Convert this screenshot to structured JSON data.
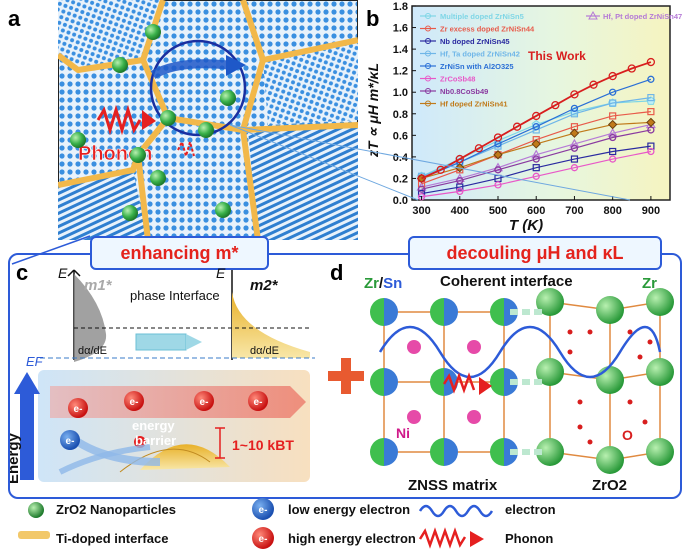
{
  "panels": {
    "a": "a",
    "b": "b",
    "c": "c",
    "d": "d"
  },
  "panel_a": {
    "phonon_label": "Phonon"
  },
  "labels": {
    "enhancing": "enhancing m*",
    "decoupling": "decouling μH and κL"
  },
  "panel_c": {
    "E_axis": "E",
    "m1": "m1*",
    "m2": "m2*",
    "phase_interface": "phase Interface",
    "dadE": "dα/dE",
    "EF": "EF",
    "energy": "Energy",
    "energy_barrier": "energy barrier",
    "kbt": "1~10 kBT",
    "electron": "e-"
  },
  "panel_d": {
    "zrsn": "Zr/Sn",
    "coherent": "Coherent interface",
    "zr": "Zr",
    "ni": "Ni",
    "o": "O",
    "znss": "ZNSS matrix",
    "zro2": "ZrO2"
  },
  "legend": {
    "nanoparticles": "ZrO2 Nanoparticles",
    "interface": "Ti-doped interface",
    "low": "low energy electron",
    "high": "high energy electron",
    "electron": "electron",
    "phonon": "Phonon"
  },
  "chart_data": {
    "type": "line",
    "xlabel": "T (K)",
    "ylabel": "zT ∝ μH m*/κL",
    "xlim": [
      275,
      950
    ],
    "ylim": [
      0,
      1.8
    ],
    "xticks": [
      300,
      400,
      500,
      600,
      700,
      800,
      900
    ],
    "yticks": [
      0,
      0.2,
      0.4,
      0.6,
      0.8,
      1.0,
      1.2,
      1.4,
      1.6,
      1.8
    ],
    "annotation": "This Work",
    "series": [
      {
        "name": "Multiple doped ZrNiSn",
        "ref": "5",
        "color": "#7fd6e6",
        "marker": "pentagon",
        "x": [
          300,
          400,
          500,
          600,
          700,
          800,
          900
        ],
        "y": [
          0.22,
          0.38,
          0.55,
          0.7,
          0.82,
          0.9,
          0.92
        ]
      },
      {
        "name": "Hf,  Pt doped ZrNiSn",
        "ref": "47",
        "color": "#b57ad6",
        "marker": "triangle",
        "x": [
          300,
          400,
          500,
          600,
          700,
          800,
          900
        ],
        "y": [
          0.12,
          0.2,
          0.3,
          0.42,
          0.52,
          0.62,
          0.7
        ]
      },
      {
        "name": "Zr excess doped ZrNiSn",
        "ref": "44",
        "color": "#e85a4a",
        "marker": "square",
        "x": [
          300,
          400,
          500,
          600,
          700,
          800,
          900
        ],
        "y": [
          0.15,
          0.28,
          0.42,
          0.56,
          0.68,
          0.78,
          0.82
        ]
      },
      {
        "name": "Nb doped ZrNiSn",
        "ref": "45",
        "color": "#2a2aa0",
        "marker": "square",
        "x": [
          300,
          400,
          500,
          600,
          700,
          800,
          900
        ],
        "y": [
          0.06,
          0.12,
          0.2,
          0.3,
          0.38,
          0.45,
          0.5
        ]
      },
      {
        "name": "Hf,  Ta doped ZrNiSn",
        "ref": "42",
        "color": "#6fb6e8",
        "marker": "square",
        "x": [
          300,
          400,
          500,
          600,
          700,
          800,
          900
        ],
        "y": [
          0.22,
          0.35,
          0.5,
          0.65,
          0.8,
          0.9,
          0.95
        ]
      },
      {
        "name": "ZrNiSn with Al2O3",
        "ref": "25",
        "color": "#2a6fd6",
        "marker": "circle",
        "x": [
          300,
          400,
          500,
          600,
          700,
          800,
          900
        ],
        "y": [
          0.2,
          0.35,
          0.52,
          0.68,
          0.85,
          1.0,
          1.12
        ]
      },
      {
        "name": "ZrCoSb",
        "ref": "48",
        "color": "#e858c8",
        "marker": "circle",
        "x": [
          300,
          400,
          500,
          600,
          700,
          800,
          900
        ],
        "y": [
          0.03,
          0.08,
          0.14,
          0.22,
          0.3,
          0.38,
          0.45
        ]
      },
      {
        "name": "Nb0.8CoSb",
        "ref": "49",
        "color": "#8a3aa0",
        "marker": "circle",
        "x": [
          300,
          400,
          500,
          600,
          700,
          800,
          900
        ],
        "y": [
          0.1,
          0.18,
          0.28,
          0.38,
          0.48,
          0.58,
          0.65
        ]
      },
      {
        "name": "Hf doped ZrNiSn",
        "ref": "41",
        "color": "#c07a1a",
        "marker": "diamond",
        "x": [
          300,
          400,
          500,
          600,
          700,
          800,
          900
        ],
        "y": [
          0.2,
          0.3,
          0.42,
          0.52,
          0.62,
          0.7,
          0.72
        ]
      },
      {
        "name": "This Work",
        "color": "#d81e1e",
        "marker": "circle",
        "x": [
          300,
          350,
          400,
          450,
          500,
          550,
          600,
          650,
          700,
          750,
          800,
          850,
          900
        ],
        "y": [
          0.2,
          0.28,
          0.38,
          0.48,
          0.58,
          0.68,
          0.78,
          0.88,
          0.98,
          1.07,
          1.15,
          1.22,
          1.28
        ]
      }
    ]
  }
}
